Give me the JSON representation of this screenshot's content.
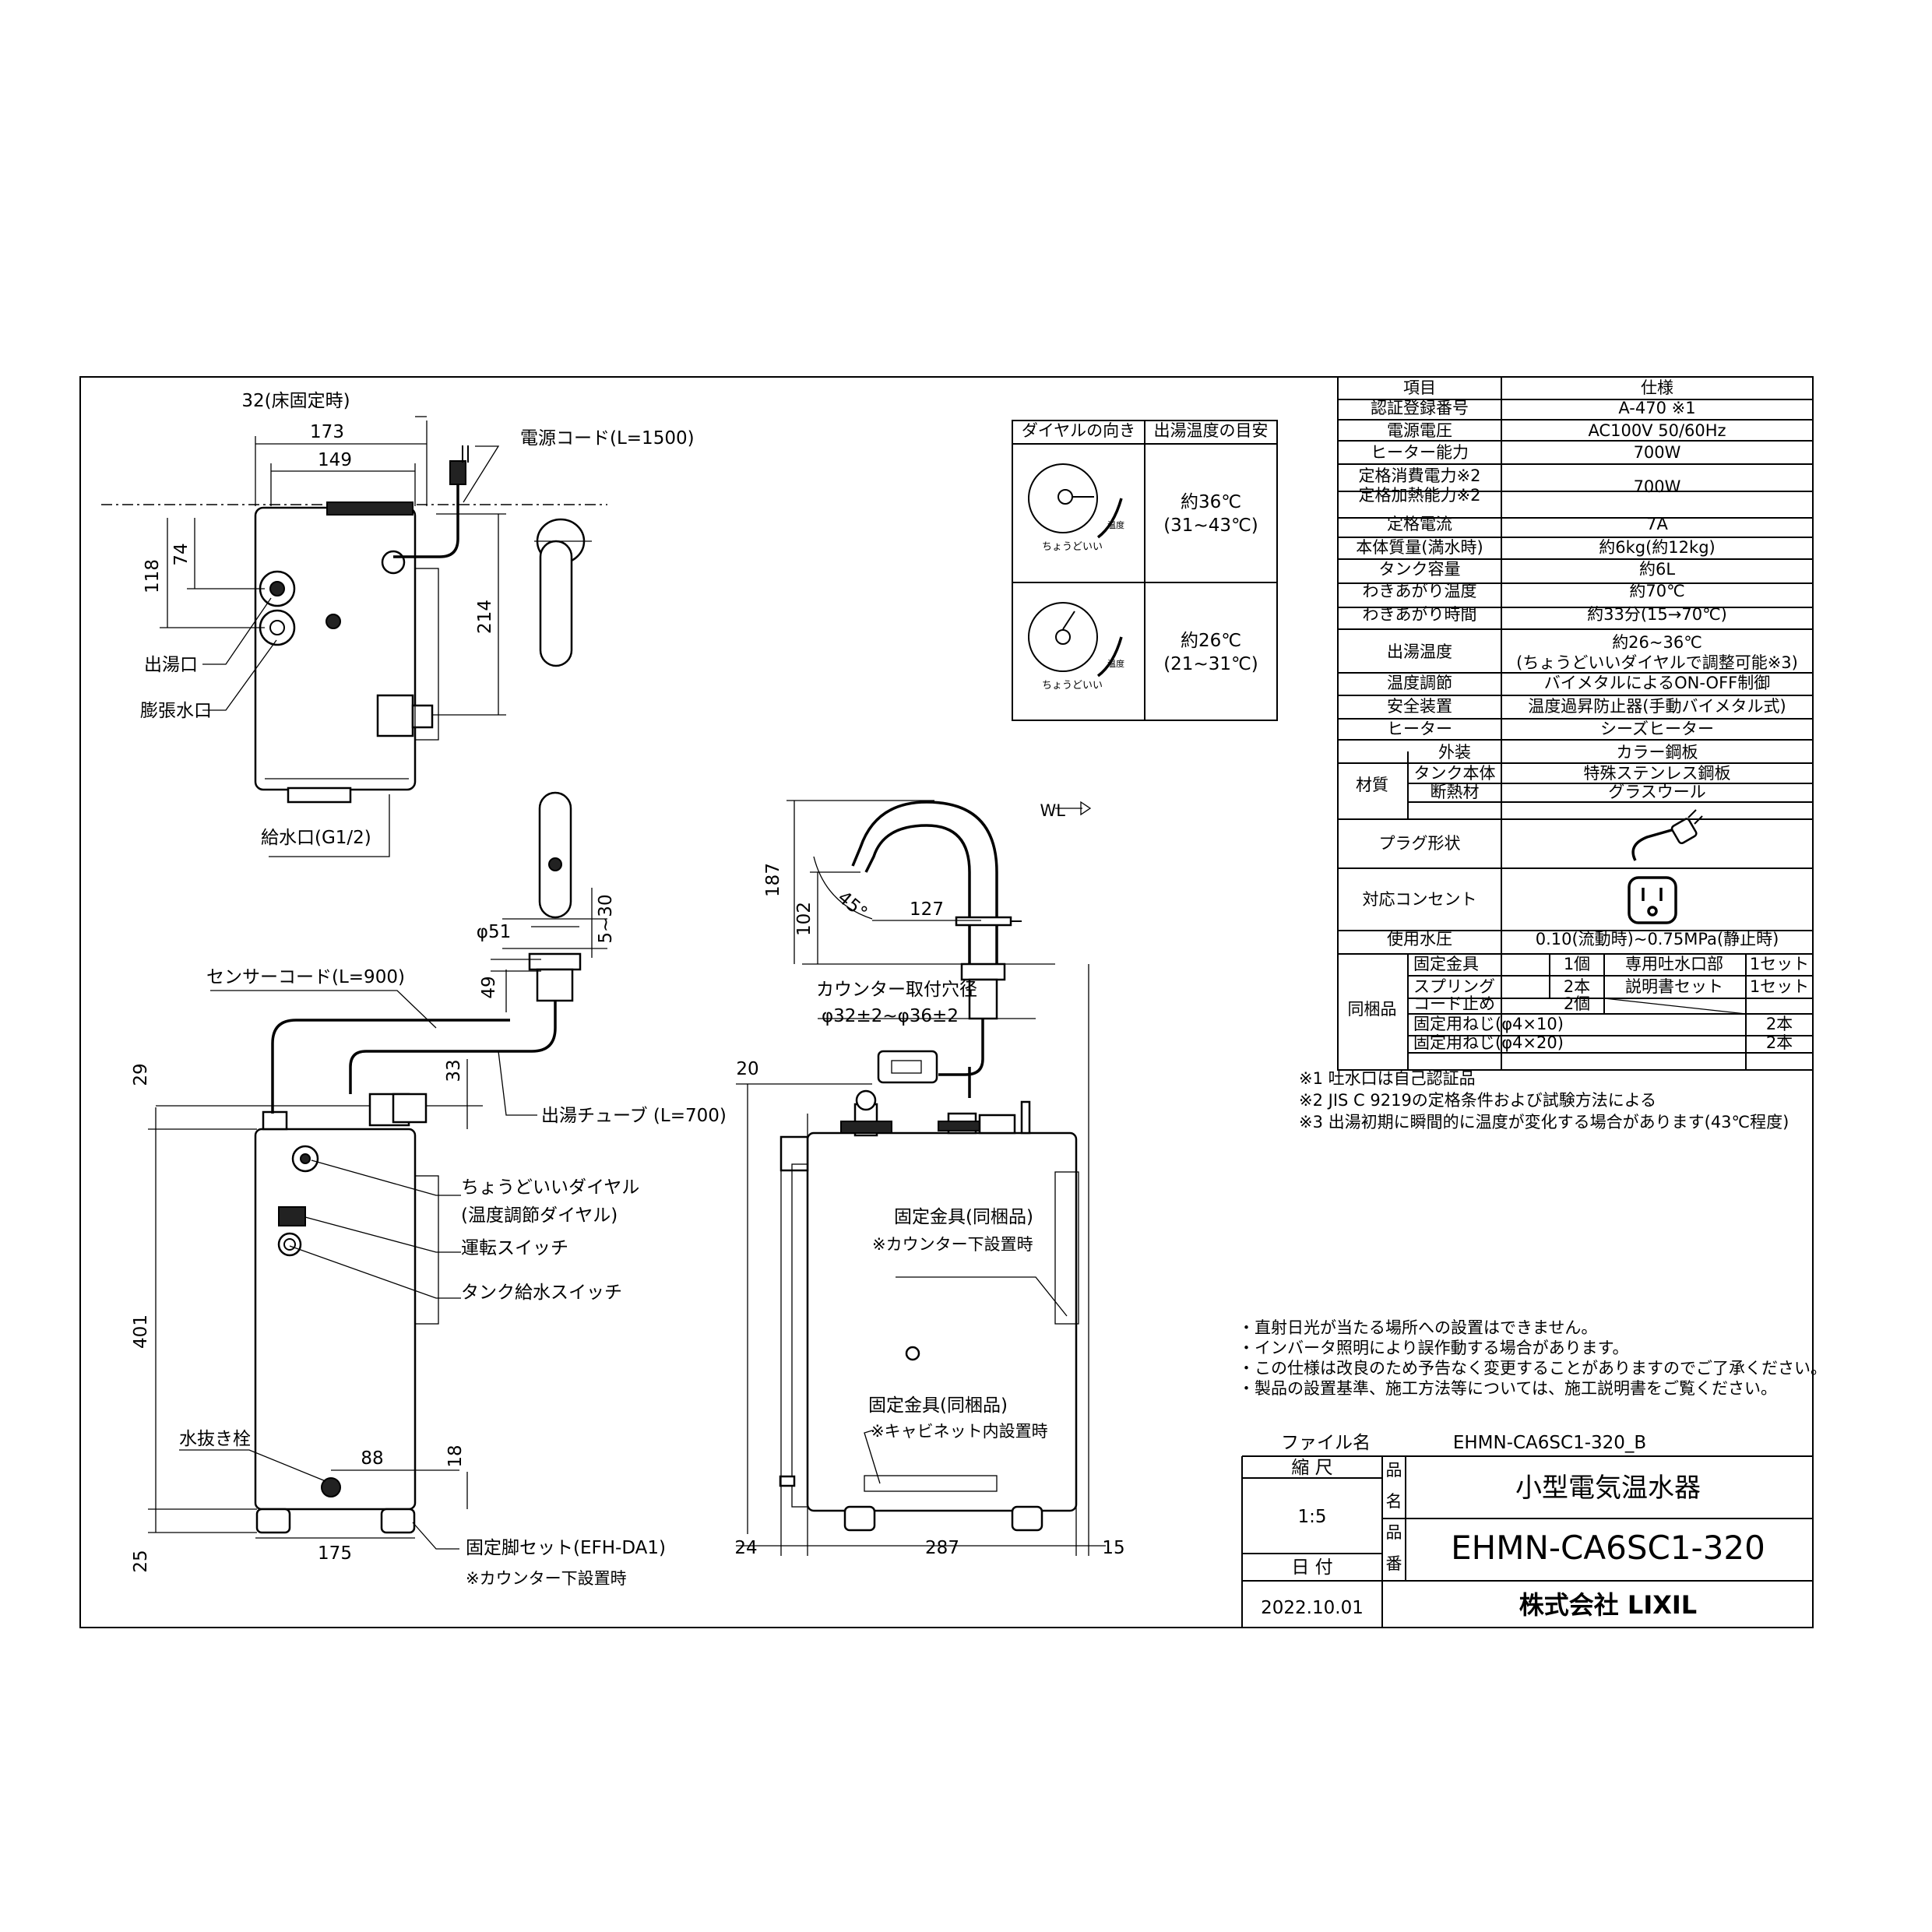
{
  "dims": {
    "d32": "32(床固定時)",
    "d173": "173",
    "d149": "149",
    "d118": "118",
    "d74": "74",
    "d214": "214",
    "d51": "φ51",
    "d5_30": "5~30",
    "d49": "49",
    "d29": "29",
    "d33": "33",
    "d401": "401",
    "d88": "88",
    "d18": "18",
    "d25": "25",
    "d175": "175",
    "d187": "187",
    "d102": "102",
    "d45": "45°",
    "d127": "127",
    "d20": "20",
    "d24": "24",
    "d287": "287",
    "d15": "15",
    "wl": "WL"
  },
  "labels": {
    "power_cord": "電源コード(L=1500)",
    "outlet_port": "出湯口",
    "expansion_port": "膨張水口",
    "supply_port": "給水口(G1/2)",
    "sensor_cord": "センサーコード(L=900)",
    "hot_tube": "出湯チューブ (L=700)",
    "counter_hole_1": "カウンター取付穴径",
    "counter_hole_2": "φ32±2~φ36±2",
    "dial_1": "ちょうどいいダイヤル",
    "dial_2": "(温度調節ダイヤル)",
    "run_switch": "運転スイッチ",
    "tank_switch": "タンク給水スイッチ",
    "drain": "水抜き栓",
    "foot_set": "固定脚セット(EFH-DA1)",
    "foot_note": "※カウンター下設置時",
    "bracket_a_1": "固定金具(同梱品)",
    "bracket_a_2": "※カウンター下設置時",
    "bracket_b_1": "固定金具(同梱品)",
    "bracket_b_2": "※キャビネット内設置時"
  },
  "dial_table": {
    "head_dir": "ダイヤルの向き",
    "head_temp": "出湯温度の目安",
    "row1_a": "約36℃",
    "row1_b": "(31~43℃)",
    "row2_a": "約26℃",
    "row2_b": "(21~31℃)",
    "icon_text": "ちょうどいい",
    "icon_temp": "温度"
  },
  "spec_table": {
    "head_item": "項目",
    "head_spec": "仕様",
    "rows": [
      {
        "item": "認証登録番号",
        "spec": "A-470 ※1"
      },
      {
        "item": "電源電圧",
        "spec": "AC100V 50/60Hz"
      },
      {
        "item": "ヒーター能力",
        "spec": "700W"
      },
      {
        "item": "定格消費電力※2",
        "spec": ""
      },
      {
        "item": "定格加熱能力※2",
        "spec": "700W"
      },
      {
        "item": "定格電流",
        "spec": "7A"
      },
      {
        "item": "本体質量(満水時)",
        "spec": "約6kg(約12kg)"
      },
      {
        "item": "タンク容量",
        "spec": "約6L"
      },
      {
        "item": "わきあがり温度",
        "spec": "約70℃"
      },
      {
        "item": "わきあがり時間",
        "spec": "約33分(15→70℃)"
      }
    ],
    "outlet_temp_item": "出湯温度",
    "outlet_temp_1": "約26~36℃",
    "outlet_temp_2": "(ちょうどいいダイヤルで調整可能※3)",
    "rows2": [
      {
        "item": "温度調節",
        "spec": "バイメタルによるON-OFF制御"
      },
      {
        "item": "安全装置",
        "spec": "温度過昇防止器(手動バイメタル式)"
      },
      {
        "item": "ヒーター",
        "spec": "シーズヒーター"
      }
    ],
    "material": "材質",
    "mat_rows": [
      {
        "item": "外装",
        "spec": "カラー鋼板"
      },
      {
        "item": "タンク本体",
        "spec": "特殊ステンレス鋼板"
      },
      {
        "item": "断熱材",
        "spec": "グラスウール"
      }
    ],
    "plug": "プラグ形状",
    "outlet": "対応コンセント",
    "pressure_item": "使用水圧",
    "pressure_spec": "0.10(流動時)~0.75MPa(静止時)",
    "included": "同梱品",
    "inc_rows": [
      {
        "a": "固定金具",
        "b": "1個",
        "c": "専用吐水口部",
        "d": "1セット"
      },
      {
        "a": "スプリング",
        "b": "2本",
        "c": "説明書セット",
        "d": "1セット"
      },
      {
        "a": "コード止め",
        "b": "2個",
        "c": "",
        "d": ""
      },
      {
        "a": "固定用ねじ(φ4×10)",
        "b": "",
        "c": "",
        "d": "2本"
      },
      {
        "a": "固定用ねじ(φ4×20)",
        "b": "",
        "c": "",
        "d": "2本"
      }
    ]
  },
  "footnotes": [
    "※1 吐水口は自己認証品",
    "※2 JIS C 9219の定格条件および試験方法による",
    "※3 出湯初期に瞬間的に温度が変化する場合があります(43℃程度)"
  ],
  "cautions": [
    "・直射日光が当たる場所への設置はできません。",
    "・インバータ照明により誤作動する場合があります。",
    "・この仕様は改良のため予告なく変更することがありますのでご了承ください。",
    "・製品の設置基準、施工方法等については、施工説明書をご覧ください。"
  ],
  "title_block": {
    "file_label": "ファイル名",
    "file_name": "EHMN-CA6SC1-320_B",
    "scale_label": "縮 尺",
    "scale": "1:5",
    "date_label": "日 付",
    "date": "2022.10.01",
    "hin": "品",
    "mei": "名",
    "ban": "番",
    "product_name": "小型電気温水器",
    "product_number": "EHMN-CA6SC1-320",
    "company": "株式会社 LIXIL"
  }
}
